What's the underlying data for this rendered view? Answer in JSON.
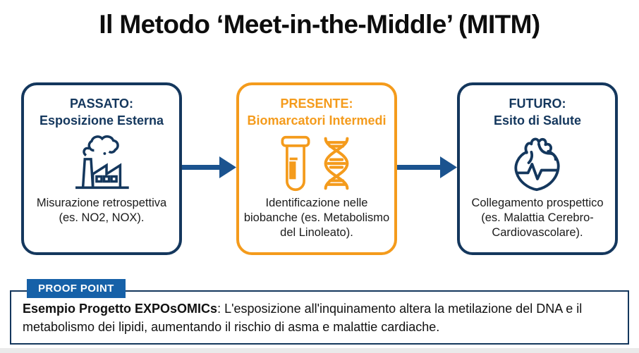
{
  "title": "Il Metodo ‘Meet-in-the-Middle’ (MITM)",
  "cards": [
    {
      "heading_line1": "PASSATO:",
      "heading_line2": "Esposizione Esterna",
      "icon": "factory-icon",
      "body_lines": [
        "Misurazione retrospettiva",
        "(es. NO2, NOX)."
      ]
    },
    {
      "heading_line1": "PRESENTE:",
      "heading_line2": "Biomarcatori Intermedi",
      "icon": "test-tube-and-dna-icons",
      "body_lines": [
        "Identificazione nelle",
        "biobanche (es. Metabolismo",
        "del Linoleato)."
      ]
    },
    {
      "heading_line1": "FUTURO:",
      "heading_line2": "Esito di Salute",
      "icon": "heart-icon",
      "body_lines": [
        "Collegamento prospettico",
        "(es. Malattia Cerebro-",
        "Cardiovascolare)."
      ]
    }
  ],
  "proof": {
    "tab_label": "PROOF POINT",
    "bold_text": "Esempio Progetto EXPOsOMICs",
    "body_text": ": L'esposizione all'inquinamento altera la metilazione del DNA e il metabolismo dei lipidi, aumentando il rischio di asma e malattie cardiache."
  },
  "colors": {
    "navy": "#14375D",
    "orange": "#F49B1C",
    "tab_blue": "#1661A8",
    "arrow_blue": "#1B538F",
    "body_text": "#1B1B1B"
  }
}
